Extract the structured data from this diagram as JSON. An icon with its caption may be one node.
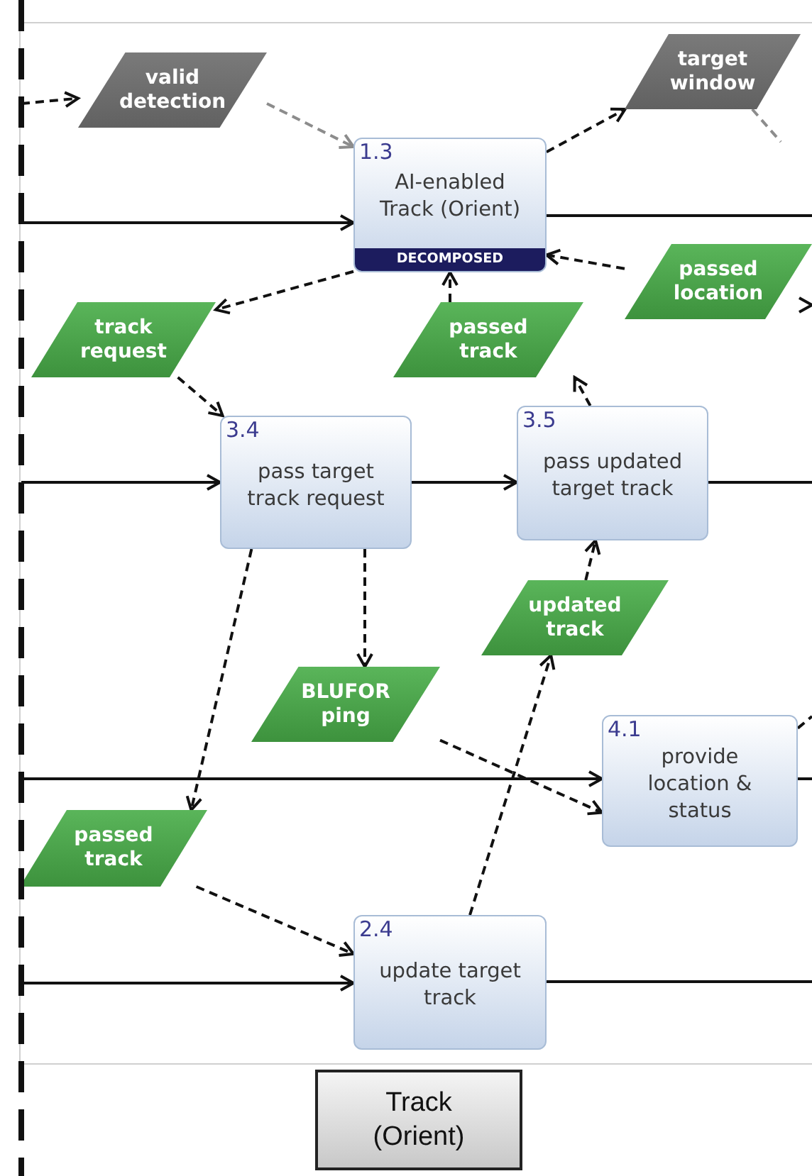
{
  "diagram": {
    "nodes": [
      {
        "text": [
          "valid detection"
        ]
      },
      {
        "text": [
          "target window"
        ]
      },
      {
        "text": [
          "1.3",
          "AI-enabled Track (Orient)",
          "DECOMPOSED"
        ]
      },
      {
        "text": [
          "track request"
        ]
      },
      {
        "text": [
          "passed track"
        ]
      },
      {
        "text": [
          "passed location"
        ]
      },
      {
        "text": [
          "3.4",
          "pass target track request"
        ]
      },
      {
        "text": [
          "3.5",
          "pass updated target track"
        ]
      },
      {
        "text": [
          "updated track"
        ]
      },
      {
        "text": [
          "BLUFOR ping"
        ]
      },
      {
        "text": [
          "4.1",
          "provide location & status"
        ]
      },
      {
        "text": [
          "passed track"
        ]
      },
      {
        "text": [
          "2.4",
          "update target track"
        ]
      },
      {
        "text": [
          "Track (Orient)"
        ]
      }
    ],
    "edges": [
      {
        "from": null,
        "to": 0,
        "arrow": "to",
        "style": "dashed"
      },
      {
        "from": 0,
        "to": 2,
        "arrow": "to",
        "style": "dashed",
        "color": "#8c8c8c"
      },
      {
        "from": 2,
        "to": 1,
        "arrow": "to",
        "style": "dashed"
      },
      {
        "from": null,
        "to": 2,
        "arrow": "to"
      },
      {
        "from": 2,
        "to": null,
        "arrow": "none"
      },
      {
        "from": 2,
        "to": 3,
        "arrow": "to",
        "style": "dashed"
      },
      {
        "from": 4,
        "to": 2,
        "arrow": "to",
        "style": "dashed"
      },
      {
        "from": 5,
        "to": 2,
        "arrow": "to",
        "style": "dashed"
      },
      {
        "from": null,
        "to": 5,
        "arrow": "to",
        "style": "dashed"
      },
      {
        "from": 1,
        "to": null,
        "arrow": "none",
        "style": "dashed",
        "color": "#8c8c8c"
      },
      {
        "from": 3,
        "to": 6,
        "arrow": "to",
        "style": "dashed"
      },
      {
        "from": null,
        "to": 6,
        "arrow": "to"
      },
      {
        "from": 6,
        "to": 7,
        "arrow": "to"
      },
      {
        "from": 7,
        "to": null,
        "arrow": "none"
      },
      {
        "from": 7,
        "to": 4,
        "arrow": "to",
        "style": "dashed"
      },
      {
        "from": 6,
        "to": 9,
        "arrow": "to",
        "style": "dashed"
      },
      {
        "from": 6,
        "to": 11,
        "arrow": "to",
        "style": "dashed"
      },
      {
        "from": 8,
        "to": 7,
        "arrow": "to",
        "style": "dashed"
      },
      {
        "from": 12,
        "to": 8,
        "arrow": "to",
        "style": "dashed"
      },
      {
        "from": 9,
        "to": 10,
        "arrow": "to",
        "style": "dashed"
      },
      {
        "from": null,
        "to": 10,
        "arrow": "to"
      },
      {
        "from": 10,
        "to": null,
        "arrow": "none"
      },
      {
        "from": 10,
        "to": null,
        "arrow": "none",
        "style": "dashed"
      },
      {
        "from": 11,
        "to": 12,
        "arrow": "to",
        "style": "dashed"
      },
      {
        "from": null,
        "to": 12,
        "arrow": "to"
      },
      {
        "from": 12,
        "to": null,
        "arrow": "none"
      }
    ]
  }
}
